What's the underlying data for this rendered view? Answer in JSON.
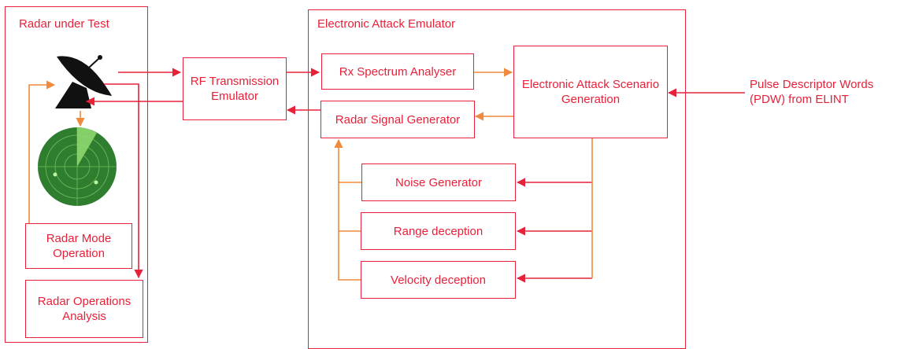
{
  "diagram": {
    "radar_group": {
      "title": "Radar under Test",
      "mode_box": "Radar Mode Operation",
      "analysis_box": "Radar Operations Analysis"
    },
    "rf_box": "RF Transmission Emulator",
    "emulator_group": {
      "title": "Electronic Attack Emulator",
      "rx_analyser": "Rx Spectrum Analyser",
      "scenario": "Electronic Attack Scenario Generation",
      "signal_gen": "Radar Signal Generator",
      "noise": "Noise Generator",
      "range": "Range deception",
      "velocity": "Velocity deception"
    },
    "external_input": "Pulse Descriptor Words (PDW) from ELINT",
    "colors": {
      "primary": "#e8213a",
      "feedback": "#f08a3c",
      "screen": "#3a8f3a",
      "dish": "#111111"
    },
    "icons": [
      "radar-dish-icon",
      "radar-scope-icon"
    ]
  }
}
